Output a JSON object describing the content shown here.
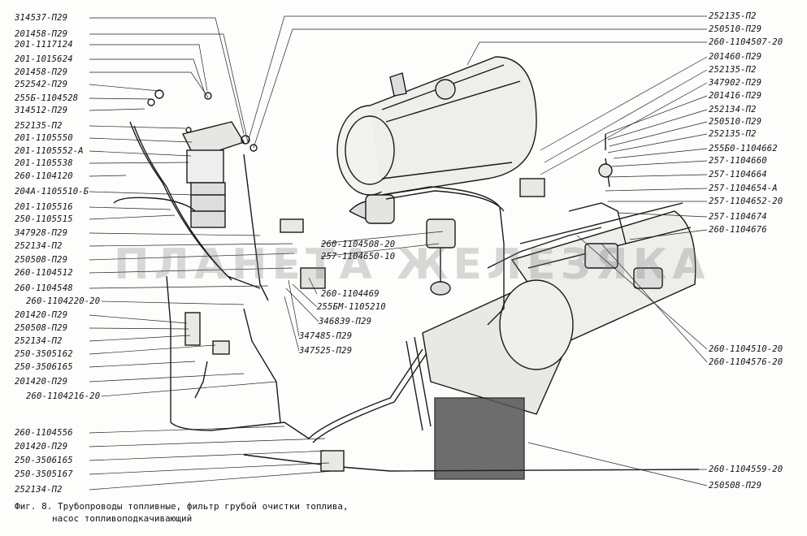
{
  "labels_left": [
    "314537-П29",
    "201458-П29",
    "201-1117124",
    "201-1015624",
    "201458-П29",
    "252542-П29",
    "255Б-1104528",
    "314512-П29",
    "252135-П2",
    "201-1105550",
    "201-1105552-А",
    "201-1105538",
    "260-1104120",
    "204А-1105510-Б",
    "201-1105516",
    "250-1105515",
    "347928-П29",
    "252134-П2",
    "250508-П29",
    "260-1104512",
    "260-1104548",
    "260-1104220-20",
    "201420-П29",
    "250508-П29",
    "252134-П2",
    "250-3505162",
    "250-3506165",
    "201420-П29",
    "260-1104216-20",
    "260-1104556",
    "201420-П29",
    "250-3506165",
    "250-3505167",
    "252134-П2"
  ],
  "labels_right": [
    "252135-П2",
    "250510-П29",
    "260-1104507-20",
    "201460-П29",
    "252135-П2",
    "347902-П29",
    "201416-П29",
    "252134-П2",
    "250510-П29",
    "252135-П2",
    "255Б0-1104662",
    "257-1104660",
    "257-1104664",
    "257-1104654-А",
    "257-1104652-20",
    "257-1104674",
    "260-1104676",
    "260-1104510-20",
    "260-1104576-20",
    "260-1104559-20",
    "250508-П29"
  ],
  "labels_center": [
    "260-1104508-20",
    "257-1104650-10",
    "260-1104469",
    "255БМ-1105210",
    "346839-П29",
    "347485-П29",
    "347525-П29"
  ],
  "caption_line1": "Фиг. 8. Трубопроводы топливные, фильтр грубой очистки топлива,",
  "caption_line2": "насос топливоподкачивающий",
  "watermark": "ПЛАНЕТА ЖЕЛЕЗЯКА"
}
